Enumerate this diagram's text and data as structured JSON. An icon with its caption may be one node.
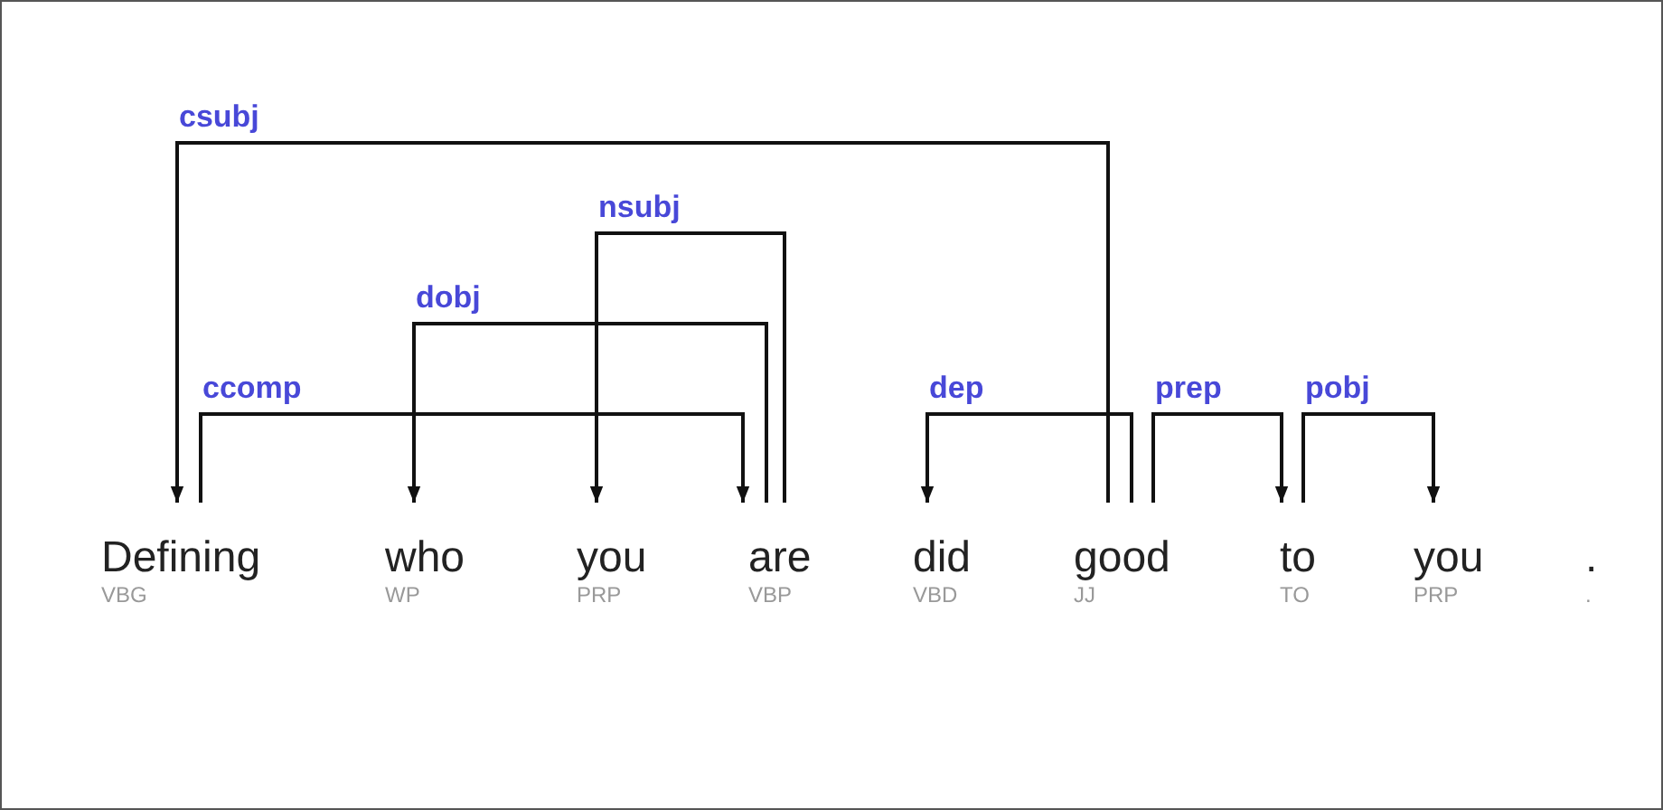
{
  "diagram": {
    "nodes": [
      {
        "text": [
          "Defining",
          "VBG"
        ]
      },
      {
        "text": [
          "who",
          "WP"
        ]
      },
      {
        "text": [
          "you",
          "PRP"
        ]
      },
      {
        "text": [
          "are",
          "VBP"
        ]
      },
      {
        "text": [
          "did",
          "VBD"
        ]
      },
      {
        "text": [
          "good",
          "JJ"
        ]
      },
      {
        "text": [
          "to",
          "TO"
        ]
      },
      {
        "text": [
          "you",
          "PRP"
        ]
      },
      {
        "text": [
          ".",
          "."
        ]
      }
    ],
    "edges": [
      {
        "from": 5,
        "to": 0,
        "arrow": "to",
        "label": "csubj"
      },
      {
        "from": 3,
        "to": 2,
        "arrow": "to",
        "label": "nsubj"
      },
      {
        "from": 3,
        "to": 1,
        "arrow": "to",
        "label": "dobj"
      },
      {
        "from": 0,
        "to": 3,
        "arrow": "to",
        "label": "ccomp"
      },
      {
        "from": 5,
        "to": 4,
        "arrow": "to",
        "label": "dep"
      },
      {
        "from": 5,
        "to": 6,
        "arrow": "to",
        "label": "prep"
      },
      {
        "from": 6,
        "to": 7,
        "arrow": "to",
        "label": "pobj"
      }
    ]
  }
}
